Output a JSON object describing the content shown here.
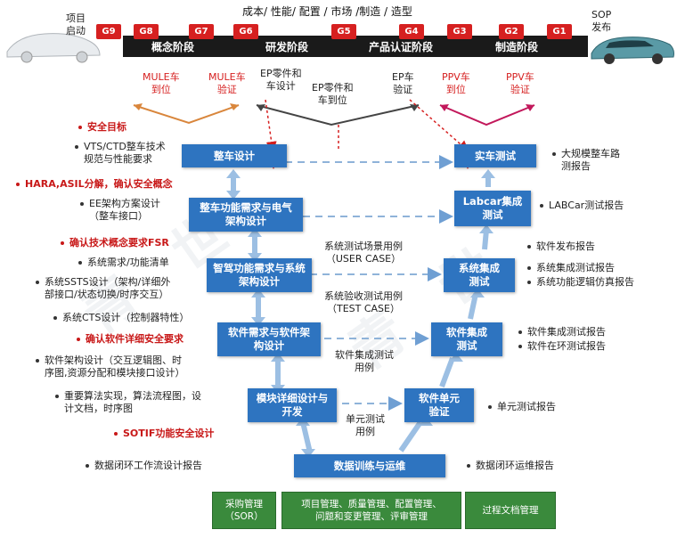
{
  "top_title": "成本/ 性能/ 配置 / 市场 /制造 / 造型",
  "project_start": [
    "项目",
    "启动"
  ],
  "sop": [
    "SOP",
    "发布"
  ],
  "gates": [
    "G9",
    "G8",
    "G7",
    "G6",
    "G5",
    "G4",
    "G3",
    "G2",
    "G1"
  ],
  "phases": [
    "概念阶段",
    "研发阶段",
    "产品认证阶段",
    "制造阶段"
  ],
  "milestones": {
    "mule_arrive": [
      "MULE车",
      "到位"
    ],
    "mule_verify": [
      "MULE车",
      "验证"
    ],
    "ep_parts_design": [
      "EP零件和",
      "车设计"
    ],
    "ep_parts_arrive": [
      "EP零件和",
      "车到位"
    ],
    "ep_verify": [
      "EP车",
      "验证"
    ],
    "ppv_arrive": [
      "PPV车",
      "到位"
    ],
    "ppv_verify": [
      "PPV车",
      "验证"
    ]
  },
  "left_items": {
    "safety_goal": "安全目标",
    "vts_ctd": [
      "VTS/CTD整车技术",
      "规范与性能要求"
    ],
    "hara": "HARA,ASIL分解，确认安全概念",
    "ee_arch": [
      "EE架构方案设计",
      "（整车接口）"
    ],
    "fsr": "确认技术概念要求FSR",
    "sys_req": "系统需求/功能清单",
    "ssts": [
      "系统SSTS设计（架构/详细外",
      "部接口/状态切换/时序交互）"
    ],
    "cts": "系统CTS设计（控制器特性）",
    "sw_safety": "确认软件详细安全要求",
    "sw_arch": [
      "软件架构设计（交互逻辑图、时",
      "序图,资源分配和模块接口设计）"
    ],
    "algo": [
      "重要算法实现，算法流程图，设",
      "计文档，时序图"
    ],
    "sotif": "SOTIF功能安全设计",
    "data_loop": "数据闭环工作流设计报告"
  },
  "left_boxes": [
    "整车设计",
    "整车功能需求与电气架构设计",
    "智驾功能需求与系统架构设计",
    "软件需求与软件架构设计",
    "模块详细设计与开发"
  ],
  "right_boxes": [
    "实车测试",
    "Labcar集成测试",
    "系统集成测试",
    "软件集成测试",
    "软件单元验证"
  ],
  "bottom_box": "数据训练与运维",
  "mid_labels": {
    "sys_scene": [
      "系统测试场景用例",
      "（USER CASE）"
    ],
    "sys_accept": [
      "系统验收测试用例",
      "（TEST CASE）"
    ],
    "sw_int": [
      "软件集成测试",
      "用例"
    ],
    "unit": [
      "单元测试",
      "用例"
    ]
  },
  "right_items": {
    "road_test": [
      "大规模整车路",
      "测报告"
    ],
    "labcar": "LABCar测试报告",
    "sw_release": "软件发布报告",
    "sys_int_report": "系统集成测试报告",
    "sys_sim": "系统功能逻辑仿真报告",
    "sw_int_report": "软件集成测试报告",
    "sw_loop": "软件在环测试报告",
    "unit_report": "单元测试报告",
    "data_ops": "数据闭环运维报告"
  },
  "green_boxes": [
    [
      "采购管理",
      "（SOR）"
    ],
    [
      "项目管理、质量管理、配置管理、",
      "问题和变更管理、评审管理"
    ],
    [
      "过程文档管理"
    ]
  ],
  "colors": {
    "box_blue": "#2e74c0",
    "gate_red": "#d62020",
    "green": "#3a8a3c",
    "arrow_blue": "#8fb3d9"
  }
}
